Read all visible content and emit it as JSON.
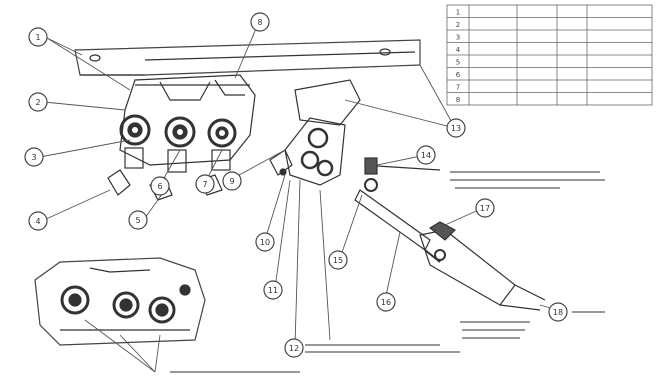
{
  "balloons": [
    "1",
    "2",
    "3",
    "4",
    "5",
    "6",
    "7",
    "8",
    "9",
    "10",
    "11",
    "12",
    "13",
    "14",
    "15",
    "16",
    "17",
    "18"
  ],
  "bom_table": {
    "rows": [
      [
        "1",
        "",
        "",
        "",
        ""
      ],
      [
        "2",
        "",
        "",
        "",
        ""
      ],
      [
        "3",
        "",
        "",
        "",
        ""
      ],
      [
        "4",
        "",
        "",
        "",
        ""
      ],
      [
        "5",
        "",
        "",
        "",
        ""
      ],
      [
        "6",
        "",
        "",
        "",
        ""
      ],
      [
        "7",
        "",
        "",
        "",
        ""
      ],
      [
        "8",
        "",
        "",
        "",
        ""
      ]
    ]
  },
  "notes": {
    "upper_right_note": "",
    "mid_bottom_note": "",
    "lower_right_note": "",
    "inset_caption": "",
    "ref_tag": ""
  }
}
